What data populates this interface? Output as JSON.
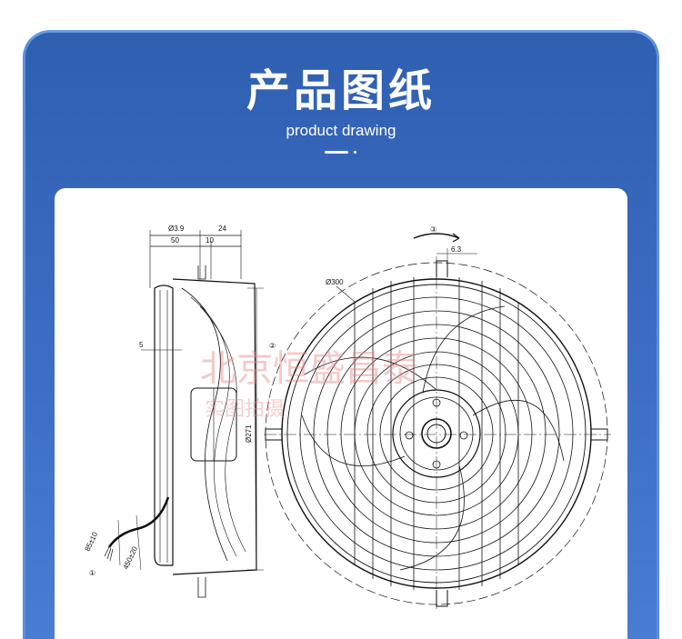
{
  "header": {
    "title": "产品图纸",
    "subtitle": "product drawing"
  },
  "colors": {
    "panel_blue": "#2f5fb0",
    "panel_blue_light": "#4a7fd4",
    "card_white": "#ffffff",
    "line_dark": "#111111",
    "watermark_pink": "#e88a8a"
  },
  "drawing": {
    "side_view": {
      "dim_hole": "Ø3.9",
      "dim_top_right": "24",
      "dim_left": "50",
      "dim_right": "10",
      "dim_side": "5",
      "dim_diameter": "Ø271",
      "callout_2": "②",
      "cable_label_1": "85±10",
      "cable_label_2": "450±20",
      "callout_1": "①"
    },
    "front_view": {
      "callout_3": "③",
      "dim_offset": "6.3",
      "dim_guard": "Ø300"
    },
    "watermark": {
      "main": "北京恒盛昌泰",
      "sub": "实图拍摄"
    }
  }
}
